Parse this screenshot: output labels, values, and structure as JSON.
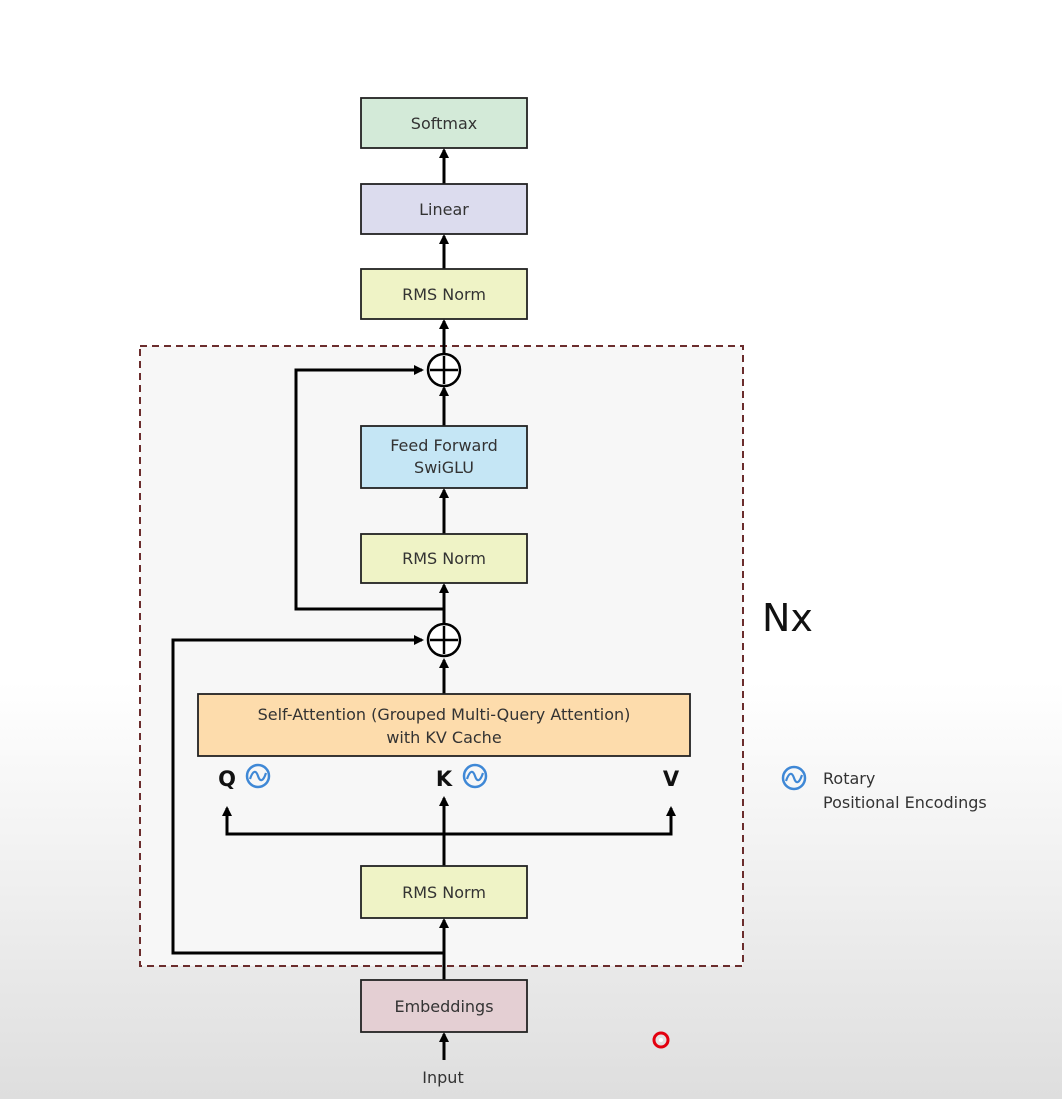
{
  "blocks": {
    "softmax": "Softmax",
    "linear": "Linear",
    "rms_norm_final": "RMS Norm",
    "feed_forward_line1": "Feed Forward",
    "feed_forward_line2": "SwiGLU",
    "rms_norm_ffn": "RMS Norm",
    "attention_line1": "Self-Attention (Grouped Multi-Query Attention)",
    "attention_line2": "with KV Cache",
    "rms_norm_attn": "RMS Norm",
    "embeddings": "Embeddings"
  },
  "inputs": {
    "q": "Q",
    "k": "K",
    "v": "V"
  },
  "input_label": "Input",
  "repeat_label": "Nx",
  "legend": {
    "icon": "rotary-icon",
    "line1": "Rotary",
    "line2": "Positional Encodings"
  },
  "colors": {
    "softmax": "#d3ead8",
    "linear": "#dcdcee",
    "rms_norm": "#eff3c6",
    "feed_forward": "#c5e6f5",
    "attention": "#fddcac",
    "embeddings": "#e4cfd3",
    "repeat_border": "#6b2d2d",
    "rotary_icon": "#3f88d6",
    "cursor_marker": "#e3000f"
  }
}
